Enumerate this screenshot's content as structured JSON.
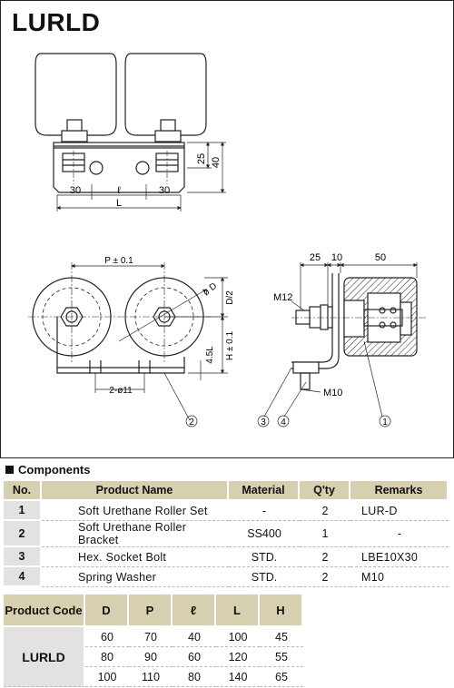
{
  "model": "LURLD",
  "drawing": {
    "front": {
      "dim_25": "25",
      "dim_40": "40",
      "dim_30_left": "30",
      "dim_l": "ℓ",
      "dim_30_right": "30",
      "dim_L": "L"
    },
    "bottom": {
      "pitch": "P ± 0.1",
      "diameter": "ø D",
      "d_half": "D/2",
      "h": "H ± 0.1",
      "t": "4.5L",
      "holes": "2-ø11"
    },
    "side": {
      "dim_25": "25",
      "dim_10": "10",
      "dim_50": "50",
      "m12": "M12",
      "m10": "M10"
    },
    "callouts": [
      "1",
      "2",
      "3",
      "4"
    ]
  },
  "components": {
    "heading": "Components",
    "headers": [
      "No.",
      "Product Name",
      "Material",
      "Q'ty",
      "Remarks"
    ],
    "rows": [
      {
        "no": "1",
        "name": "Soft Urethane Roller Set",
        "material": "-",
        "qty": "2",
        "remarks": "LUR-D"
      },
      {
        "no": "2",
        "name": "Soft Urethane Roller Bracket",
        "material": "SS400",
        "qty": "1",
        "remarks": "-"
      },
      {
        "no": "3",
        "name": "Hex. Socket Bolt",
        "material": "STD.",
        "qty": "2",
        "remarks": "LBE10X30"
      },
      {
        "no": "4",
        "name": "Spring Washer",
        "material": "STD.",
        "qty": "2",
        "remarks": "M10"
      }
    ]
  },
  "dimensions": {
    "headers": [
      "Product Code",
      "D",
      "P",
      "ℓ",
      "L",
      "H"
    ],
    "code": "LURLD",
    "rows": [
      [
        "60",
        "70",
        "40",
        "100",
        "45"
      ],
      [
        "80",
        "90",
        "60",
        "120",
        "55"
      ],
      [
        "100",
        "110",
        "80",
        "140",
        "65"
      ]
    ]
  }
}
